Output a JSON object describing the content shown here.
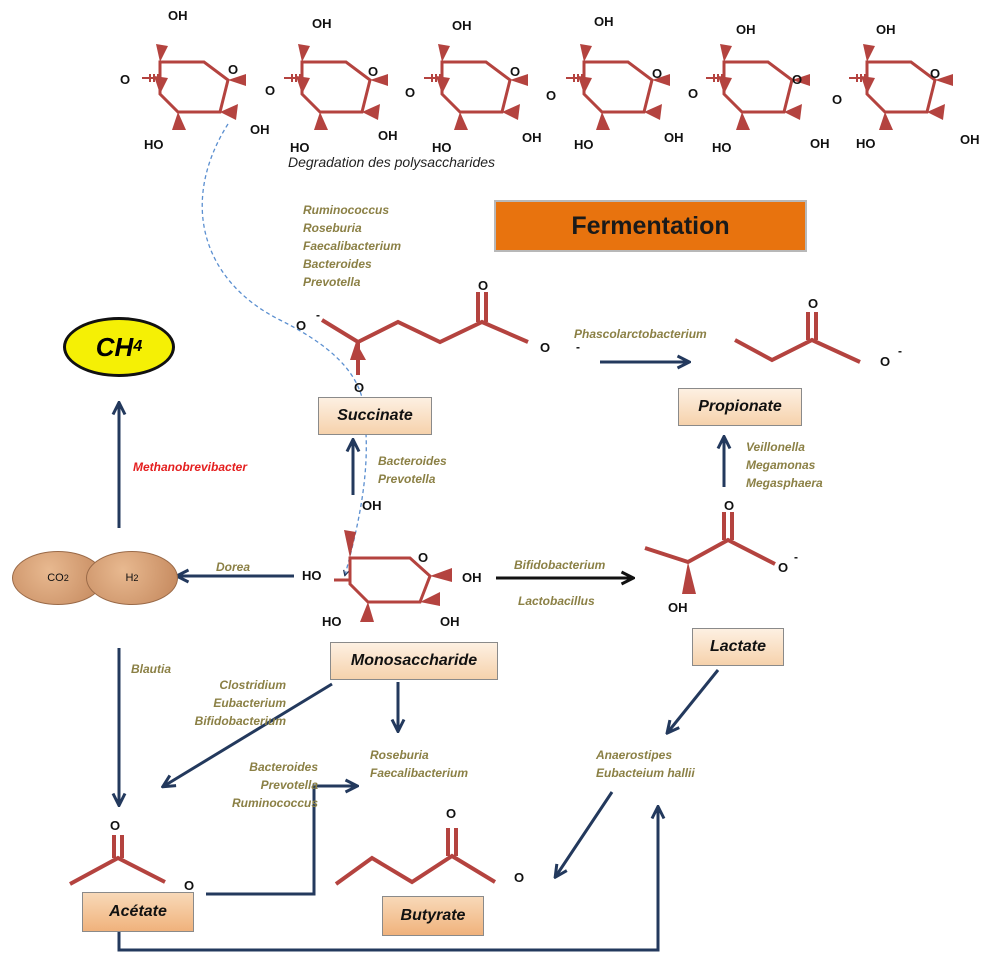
{
  "title": "Fermentation",
  "polysaccharide_caption": "Degradation des polysaccharides",
  "ch4": {
    "main": "CH",
    "sub": "4"
  },
  "gases": [
    {
      "main": "CO",
      "sub": "2"
    },
    {
      "main": "H",
      "sub": "2"
    }
  ],
  "metabolites": {
    "succinate": "Succinate",
    "propionate": "Propionate",
    "monosaccharide": "Monosaccharide",
    "lactate": "Lactate",
    "acetate": "Acétate",
    "butyrate": "Butyrate"
  },
  "bacteria": {
    "polysaccharide_degraders": "Ruminococcus\nRoseburia\nFaecalibacterium\nBacteroides\nPrevotella",
    "succinate_to_propionate": "Phascolarctobacterium",
    "methanogen": "Methanobrevibacter",
    "mono_to_succinate": "Bacteroides\nPrevotella",
    "lactate_to_propionate": "Veillonella\nMegamonas\nMegasphaera",
    "mono_to_gas": "Dorea",
    "mono_to_lactate_top": "Bifidobacterium",
    "mono_to_lactate_bottom": "Lactobacillus",
    "gas_to_acetate": "Blautia",
    "mono_to_acetate": "Clostridium\nEubacterium\nBifidobacterium",
    "acetate_producers": "Bacteroides\nPrevotella\nRuminococcus",
    "butyrate_producers": "Roseburia\nFaecalibacterium",
    "lactate_to_butyrate": "Anaerostipes\nEubacteium hallii"
  },
  "atoms": {
    "O": "O",
    "OH": "OH",
    "HO": "HO",
    "minus": "-"
  },
  "colors": {
    "molecule": "#b4433f",
    "arrow": "#23395d",
    "bacteria_text": "#8b8045",
    "methanogen_text": "#e41e1e",
    "fermentation_box": "#e8730e",
    "ch4_fill": "#f5f005"
  }
}
